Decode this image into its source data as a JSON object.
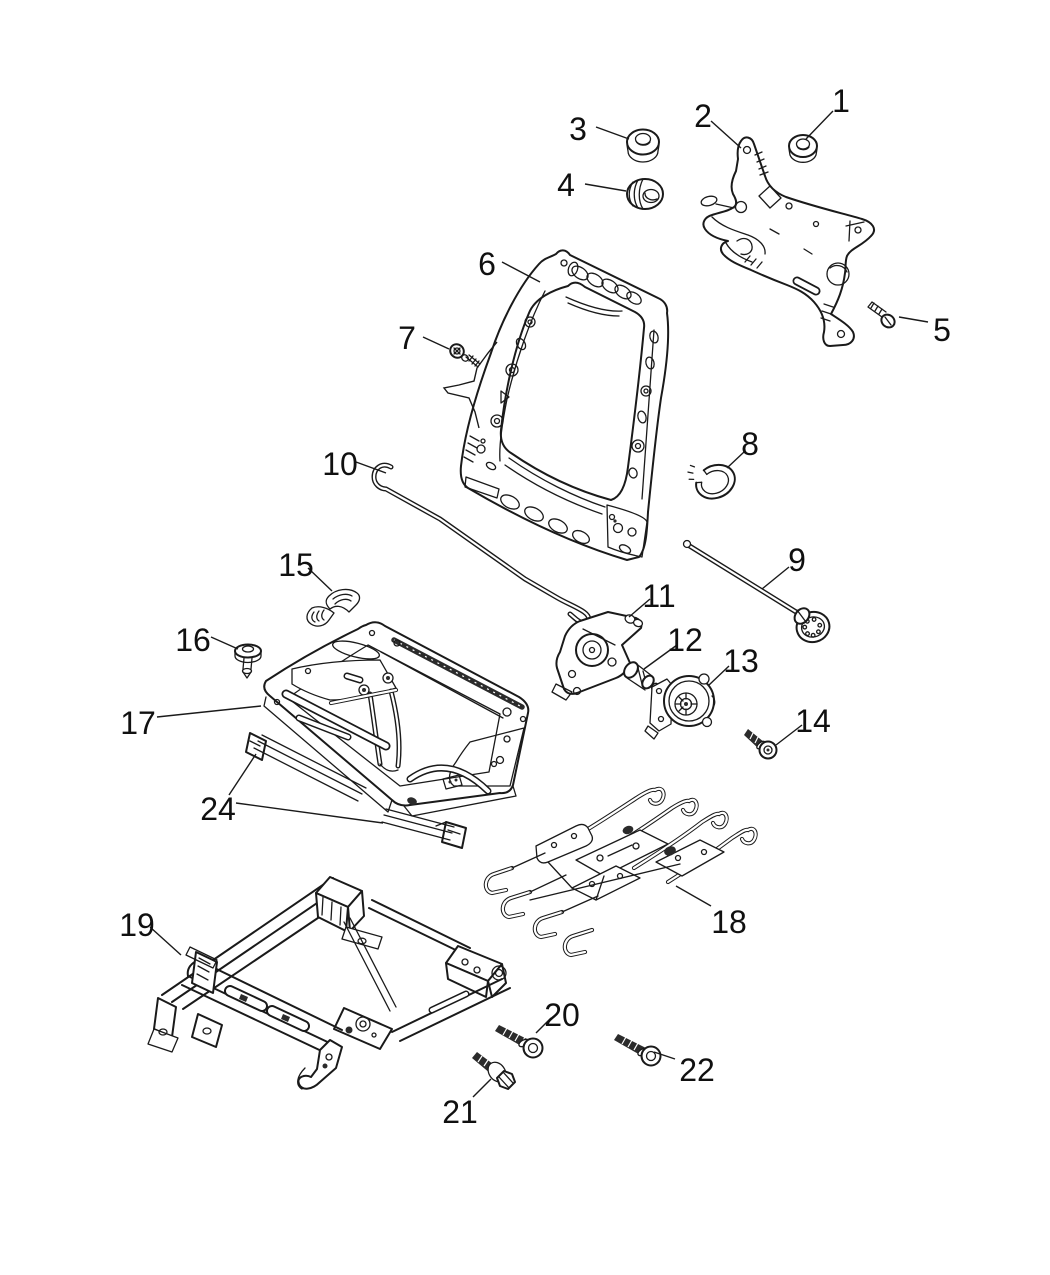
{
  "diagram": {
    "type": "exploded-parts-diagram",
    "background_color": "#ffffff",
    "line_color": "#1a1a1a"
  },
  "callouts": [
    {
      "label": "1",
      "part": "nut"
    },
    {
      "label": "2",
      "part": "seat-back-bracket"
    },
    {
      "label": "3",
      "part": "nut"
    },
    {
      "label": "4",
      "part": "grommet"
    },
    {
      "label": "5",
      "part": "screw"
    },
    {
      "label": "6",
      "part": "seat-back-frame"
    },
    {
      "label": "7",
      "part": "screw"
    },
    {
      "label": "8",
      "part": "retaining-ring"
    },
    {
      "label": "9",
      "part": "torsion-rod"
    },
    {
      "label": "10",
      "part": "wire-rod"
    },
    {
      "label": "11",
      "part": "recliner-mechanism"
    },
    {
      "label": "12",
      "part": "coupling"
    },
    {
      "label": "13",
      "part": "gear-housing"
    },
    {
      "label": "14",
      "part": "screw"
    },
    {
      "label": "15",
      "part": "clip"
    },
    {
      "label": "16",
      "part": "push-pin"
    },
    {
      "label": "17",
      "part": "seat-cushion-frame"
    },
    {
      "label": "18",
      "part": "wire-suspension-frame"
    },
    {
      "label": "19",
      "part": "seat-adjuster-track"
    },
    {
      "label": "20",
      "part": "screw"
    },
    {
      "label": "21",
      "part": "bolt"
    },
    {
      "label": "22",
      "part": "screw"
    },
    {
      "label": "24",
      "part": "mounting-rail"
    }
  ]
}
